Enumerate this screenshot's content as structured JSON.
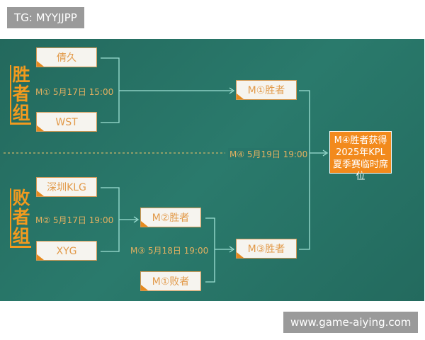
{
  "watermarks": {
    "top_left": "TG: MYYJJPP",
    "bottom_right": "www.game-aiying.com"
  },
  "groups": {
    "winners": "胜者组",
    "losers": "败者组"
  },
  "teams": {
    "t1": "倩久",
    "t2": "WST",
    "t3": "深圳KLG",
    "t4": "XYG"
  },
  "slots": {
    "m1_winner": "M①胜者",
    "m2_winner": "M②胜者",
    "m1_loser": "M①败者",
    "m3_winner": "M③胜者"
  },
  "final": {
    "line1": "M④胜者获得",
    "line2": "2025年KPL",
    "line3": "夏季赛临时席位"
  },
  "matches": {
    "m1": "M① 5月17日 15:00",
    "m2": "M② 5月17日 19:00",
    "m3": "M③ 5月18日 19:00",
    "m4": "M④ 5月19日 19:00"
  },
  "colors": {
    "background": "#2a7a6c",
    "accent": "#f28a1c",
    "line": "#9fe0d4",
    "text": "#e2b060"
  }
}
